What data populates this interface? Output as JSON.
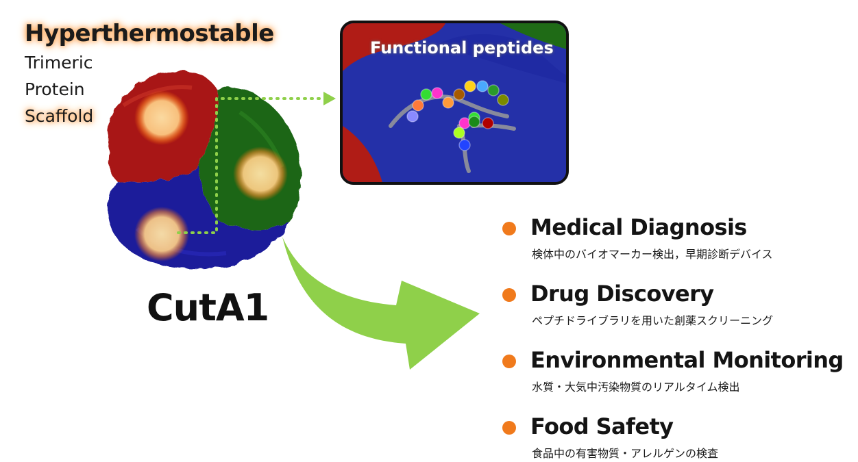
{
  "scaffold": {
    "title": "Hyperthermostable",
    "line1": "Trimeric",
    "line2": "Protein",
    "line3": "Scaffold"
  },
  "protein": {
    "name": "CutA1",
    "subunit_colors": [
      "#b01c16",
      "#1f6b16",
      "#1a1aa0"
    ],
    "highlight_color": "#ffd38a"
  },
  "inset": {
    "label": "Functional peptides",
    "peptide_bead_colors": [
      "#8a8aff",
      "#ff7a3a",
      "#33dd33",
      "#ff33cc",
      "#ff9a3a",
      "#a65a00",
      "#ffd21a",
      "#4aa8ff",
      "#2a9a2a",
      "#7a8a00",
      "#33dd33",
      "#ff33cc",
      "#1a8a1a",
      "#b00000",
      "#aaff22",
      "#2244ff"
    ]
  },
  "arrow_color": "#8fd04a",
  "bullet_color": "#f07a1c",
  "applications": [
    {
      "title": "Medical Diagnosis",
      "subtitle": "検体中のバイオマーカー検出，早期診断デバイス"
    },
    {
      "title": "Drug Discovery",
      "subtitle": "ペプチドライブラリを用いた創薬スクリーニング"
    },
    {
      "title": "Environmental Monitoring",
      "subtitle": "水質・大気中汚染物質のリアルタイム検出"
    },
    {
      "title": "Food Safety",
      "subtitle": "食品中の有害物質・アレルゲンの検査"
    }
  ]
}
